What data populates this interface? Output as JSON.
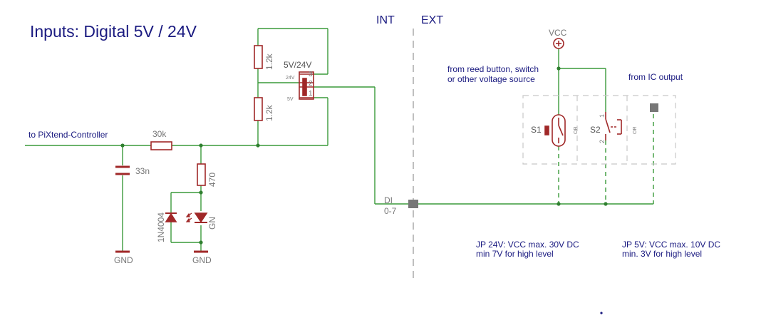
{
  "title": "Inputs: Digital 5V / 24V",
  "labels": {
    "int": "INT",
    "ext": "EXT",
    "to_controller": "to PiXtend-Controller",
    "r_series": "30k",
    "c_filter": "33n",
    "gnd_left": "GND",
    "gnd_mid": "GND",
    "r_led": "470",
    "diode": "1N4004",
    "led": "GN",
    "r_div_top": "1.2k",
    "r_div_bot": "1.2k",
    "jumper_title": "5V/24V",
    "jumper_24v": "24V",
    "jumper_5v": "5V",
    "pin3": "3",
    "pin2": "2",
    "pin1": "1",
    "di_label": "DI",
    "di_range": "0-7",
    "vcc": "VCC",
    "src_note_1": "from reed button, switch",
    "src_note_2": "or other voltage source",
    "ic_note": "from IC output",
    "s1": "S1",
    "s2": "S2",
    "or1": "OR",
    "or2": "OR",
    "s2_pin1": "1",
    "s2_pin2": "2",
    "jp24_1": "JP 24V: VCC max. 30V DC",
    "jp24_2": "min 7V for high level",
    "jp5_1": "JP 5V: VCC max. 10V DC",
    "jp5_2": "min. 3V for high level"
  },
  "colors": {
    "wire": "#3a9a3a",
    "component": "#a02828",
    "text_dark": "#1a1a80",
    "label_gray": "#777777",
    "dashed_box": "#c8c8c8",
    "divider": "#aaaaaa",
    "junction": "#2f7f2f"
  }
}
